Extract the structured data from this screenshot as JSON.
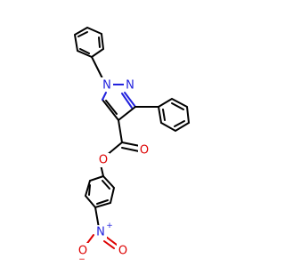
{
  "molecule": {
    "colors": {
      "bond": "#000000",
      "nitrogen": "#2222dd",
      "oxygen": "#dd0000",
      "background": "#ffffff"
    },
    "atoms": [
      {
        "id": "n1",
        "element": "N",
        "label": "N"
      },
      {
        "id": "n2",
        "element": "N",
        "label": "N"
      },
      {
        "id": "o_ester",
        "element": "O",
        "label": "O"
      },
      {
        "id": "o_carbonyl",
        "element": "O",
        "label": "O"
      },
      {
        "id": "n_nitro",
        "element": "N",
        "label": "N",
        "charge": "+"
      },
      {
        "id": "o_nitro_left",
        "element": "O",
        "label": "O",
        "charge": "−"
      },
      {
        "id": "o_nitro_right",
        "element": "O",
        "label": "O"
      }
    ]
  }
}
